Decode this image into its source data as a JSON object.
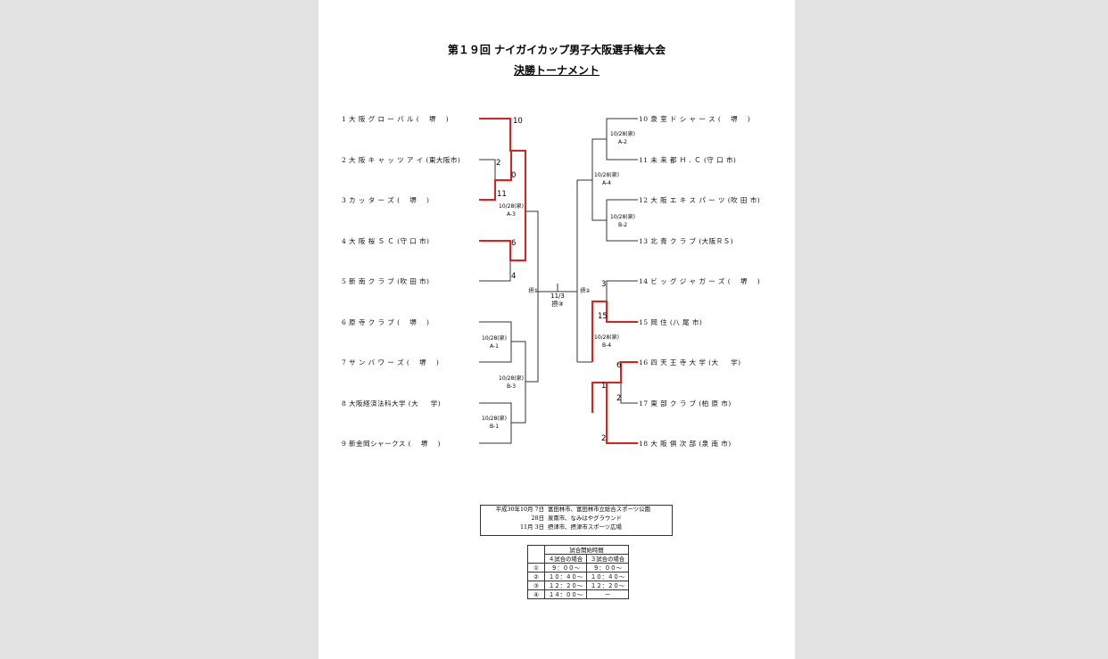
{
  "title": "第１９回 ナイガイカップ男子大阪選手権大会",
  "subtitle": "決勝トーナメント",
  "left_teams": [
    "1 大 阪 グ ロ ー バ ル (　 堺 　)",
    "2 大 阪 キ ャ ッ ツ ア イ (東大阪市)",
    "3 カ ッ タ ー ズ (　 堺 　)",
    "4 大 阪 桜 Ｓ Ｃ (守 口 市)",
    "5 新 南 ク ラ ブ (吹 田 市)",
    "6 原 寺 ク ラ ブ (　 堺 　)",
    "7 サ ン バ ワ ー ズ (　 堺 　)",
    "8 大阪経済法科大学 (大 　 学)",
    "9 新金岡シャークス (　 堺 　)"
  ],
  "right_teams": [
    "10 泉 室 ド シ ャ ー ス (　 堺 　)",
    "11 未 来 都 Ｈ . Ｃ (守 口 市)",
    "12 大 阪 エ キ ス パ ー ツ (吹 田 市)",
    "13 北 青 ク ラ ブ (大阪ＲＳ)",
    "14 ビ ッ グ ジ ャ ガ ー ズ (　 堺 　)",
    "15 岡 住 (八 尾 市)",
    "16 四 天 王 寺 大 学 (大 　 学)",
    "17 東 部 ク ラ ブ (柏 原 市)",
    "18 大 阪 俱 次 部 (泉 南 市)"
  ],
  "scores": {
    "s1": "10",
    "s2": "2",
    "s3": "11",
    "s23": "0",
    "s4": "6",
    "s5": "4",
    "s14": "3",
    "s15": "15",
    "s16": "6",
    "s17": "2",
    "s1617": "1",
    "s18": "2"
  },
  "matches": {
    "a1": [
      "10/28(泉)",
      "A-1"
    ],
    "b1": [
      "10/28(泉)",
      "B-1"
    ],
    "a3": [
      "10/28(泉)",
      "A-3"
    ],
    "b3": [
      "10/28(泉)",
      "B-3"
    ],
    "a2": [
      "10/28(泉)",
      "A-2"
    ],
    "b2": [
      "10/28(泉)",
      "B-2"
    ],
    "a4": [
      "10/28(泉)",
      "A-4"
    ],
    "b4": [
      "10/28(泉)",
      "B-4"
    ],
    "semi_left": "摂①",
    "semi_right": "摂②",
    "final": [
      "11/3",
      "摂③"
    ]
  },
  "schedule": [
    [
      "平成30年10月 7日",
      "富田林市、富田林市立総合スポーツ公園"
    ],
    [
      "28日",
      "泉南市、なみはやグラウンド"
    ],
    [
      "11月 3日",
      "摂津市、摂津市スポーツ広場"
    ]
  ],
  "times": {
    "header": "試合開始時間",
    "col4": "４試合の場合",
    "col3": "３試合の場合",
    "rows": [
      [
        "①",
        "９：００～",
        "９：００～"
      ],
      [
        "②",
        "１０：４０～",
        "１０：４０～"
      ],
      [
        "③",
        "１２：２０～",
        "１２：２０～"
      ],
      [
        "④",
        "１４：００～",
        "ー"
      ]
    ]
  },
  "colors": {
    "winner_line": "#e0201a",
    "line": "#333333"
  }
}
